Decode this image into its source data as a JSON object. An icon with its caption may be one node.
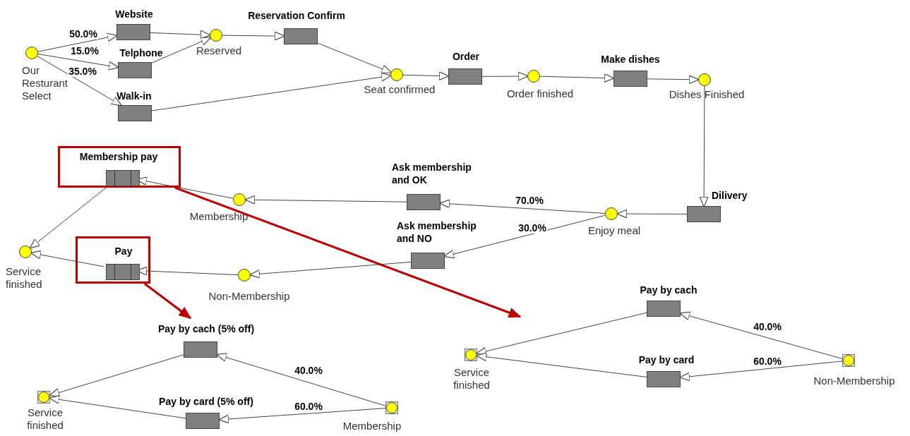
{
  "diagram": {
    "nodes": [
      {
        "text": [],
        "shape": "circle",
        "beside": [
          "Our Resturant Select"
        ]
      },
      {
        "text": [],
        "shape": "box",
        "beside": [
          "Website"
        ]
      },
      {
        "text": [],
        "shape": "box",
        "beside": [
          "Telphone"
        ]
      },
      {
        "text": [],
        "shape": "box",
        "beside": [
          "Walk-in"
        ]
      },
      {
        "text": [],
        "shape": "circle",
        "beside": [
          "Reserved"
        ]
      },
      {
        "text": [],
        "shape": "box",
        "beside": [
          "Reservation Confirm"
        ]
      },
      {
        "text": [],
        "shape": "circle",
        "beside": [
          "Seat confirmed"
        ]
      },
      {
        "text": [],
        "shape": "box",
        "beside": [
          "Order"
        ]
      },
      {
        "text": [],
        "shape": "circle",
        "beside": [
          "Order finished"
        ]
      },
      {
        "text": [],
        "shape": "box",
        "beside": [
          "Make dishes"
        ]
      },
      {
        "text": [],
        "shape": "circle",
        "beside": [
          "Dishes Finished"
        ]
      },
      {
        "text": [],
        "shape": "box",
        "beside": [
          "Dilivery"
        ]
      },
      {
        "text": [],
        "shape": "circle",
        "beside": [
          "Enjoy meal"
        ]
      },
      {
        "text": [],
        "shape": "box",
        "beside": [
          "Ask membership and OK"
        ]
      },
      {
        "text": [],
        "shape": "box",
        "beside": [
          "Ask membership and NO"
        ]
      },
      {
        "text": [],
        "shape": "circle",
        "beside": [
          "Membership"
        ]
      },
      {
        "text": [],
        "shape": "circle",
        "beside": [
          "Non-Membership"
        ]
      },
      {
        "text": [],
        "shape": "frame"
      },
      {
        "text": [],
        "shape": "box",
        "in": 17,
        "beside": [
          "Membership pay"
        ]
      },
      {
        "text": [],
        "shape": "frame"
      },
      {
        "text": [],
        "shape": "box",
        "in": 19,
        "beside": [
          "Pay"
        ]
      },
      {
        "text": [],
        "shape": "circle",
        "beside": [
          "Service finished"
        ]
      },
      {
        "text": [],
        "shape": "box",
        "beside": [
          "Pay by cach (5% off)"
        ]
      },
      {
        "text": [],
        "shape": "box",
        "beside": [
          "Pay by card (5% off)"
        ]
      },
      {
        "text": [],
        "shape": "circle",
        "beside": [
          "Service finished"
        ]
      },
      {
        "text": [],
        "shape": "circle",
        "beside": [
          "Membership"
        ]
      },
      {
        "text": [],
        "shape": "box",
        "beside": [
          "Pay by cach"
        ]
      },
      {
        "text": [],
        "shape": "box",
        "beside": [
          "Pay by card"
        ]
      },
      {
        "text": [],
        "shape": "circle",
        "beside": [
          "Service finished"
        ]
      },
      {
        "text": [],
        "shape": "circle",
        "beside": [
          "Non-Membership"
        ]
      }
    ],
    "edges": [
      {
        "from": 0,
        "to": 1,
        "arrow": "to",
        "label": "50.0%"
      },
      {
        "from": 0,
        "to": 2,
        "arrow": "to",
        "label": "15.0%"
      },
      {
        "from": 0,
        "to": 3,
        "arrow": "to",
        "label": "35.0%"
      },
      {
        "from": 1,
        "to": 4,
        "arrow": "to"
      },
      {
        "from": 2,
        "to": 4,
        "arrow": "to"
      },
      {
        "from": 4,
        "to": 5,
        "arrow": "to"
      },
      {
        "from": 5,
        "to": 6,
        "arrow": "to"
      },
      {
        "from": 3,
        "to": 6,
        "arrow": "to"
      },
      {
        "from": 6,
        "to": 7,
        "arrow": "to"
      },
      {
        "from": 7,
        "to": 8,
        "arrow": "to"
      },
      {
        "from": 8,
        "to": 9,
        "arrow": "to"
      },
      {
        "from": 9,
        "to": 10,
        "arrow": "to"
      },
      {
        "from": 10,
        "to": 11,
        "arrow": "to"
      },
      {
        "from": 11,
        "to": 12,
        "arrow": "to"
      },
      {
        "from": 12,
        "to": 13,
        "arrow": "to",
        "label": "70.0%"
      },
      {
        "from": 12,
        "to": 14,
        "arrow": "to",
        "label": "30.0%"
      },
      {
        "from": 13,
        "to": 15,
        "arrow": "to"
      },
      {
        "from": 14,
        "to": 16,
        "arrow": "to"
      },
      {
        "from": 15,
        "to": 18,
        "arrow": "to"
      },
      {
        "from": 16,
        "to": 20,
        "arrow": "to"
      },
      {
        "from": 18,
        "to": 21,
        "arrow": "to"
      },
      {
        "from": 20,
        "to": 21,
        "arrow": "to"
      },
      {
        "from": 22,
        "to": 24,
        "arrow": "to"
      },
      {
        "from": 25,
        "to": 22,
        "arrow": "to",
        "label": "40.0%"
      },
      {
        "from": 25,
        "to": 23,
        "arrow": "to",
        "label": "60.0%"
      },
      {
        "from": 23,
        "to": 24,
        "arrow": "to"
      },
      {
        "from": 26,
        "to": 28,
        "arrow": "to"
      },
      {
        "from": 29,
        "to": 26,
        "arrow": "to",
        "label": "40.0%"
      },
      {
        "from": 29,
        "to": 27,
        "arrow": "to",
        "label": "60.0%"
      },
      {
        "from": 27,
        "to": 28,
        "arrow": "to"
      },
      {
        "from": 17,
        "to": null,
        "arrow": "to",
        "style": "thick",
        "color": "#c00000"
      },
      {
        "from": 19,
        "to": 22,
        "arrow": "to",
        "style": "thick",
        "color": "#c00000"
      }
    ]
  }
}
